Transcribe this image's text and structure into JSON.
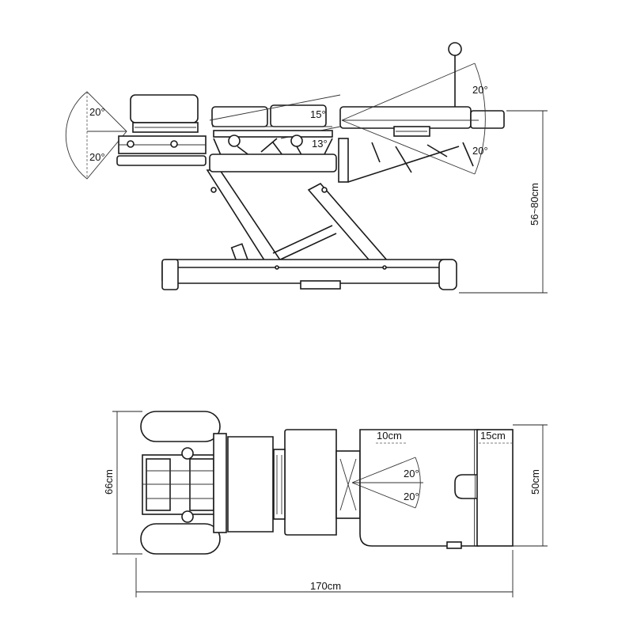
{
  "side_view": {
    "angle_head_up": "20°",
    "angle_head_down": "20°",
    "angle_chest": "15°",
    "angle_pelvic": "13°",
    "angle_leg_up": "20°",
    "angle_leg_down": "20°",
    "height_range": "56~80cm"
  },
  "top_view": {
    "width_label": "66cm",
    "length_label": "170cm",
    "leg_width_label": "50cm",
    "slide_label": "10cm",
    "end_pad_label": "15cm",
    "lateral_up": "20°",
    "lateral_down": "20°"
  },
  "colors": {
    "line": "#1a1a1a",
    "background": "#ffffff"
  }
}
